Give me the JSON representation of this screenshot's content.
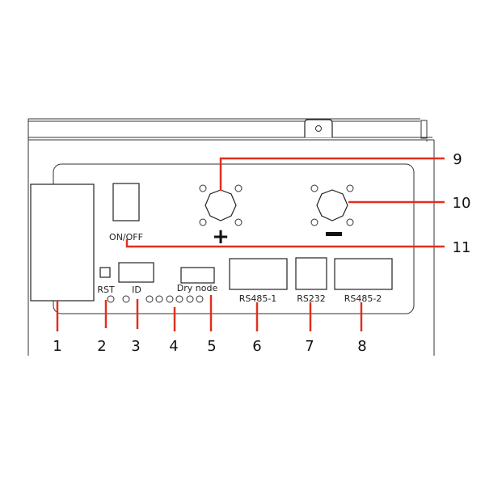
{
  "labels": {
    "on_off": "ON/OFF",
    "plus": "+",
    "minus": "−",
    "rst": "RST",
    "id": "ID",
    "dry_node": "Dry node",
    "rs485_1": "RS485-1",
    "rs232": "RS232",
    "rs485_2": "RS485-2"
  },
  "callouts": [
    "1",
    "2",
    "3",
    "4",
    "5",
    "6",
    "7",
    "8",
    "9",
    "10",
    "11"
  ],
  "colors": {
    "callout_line": "#e0301e",
    "outline": "#222222"
  }
}
